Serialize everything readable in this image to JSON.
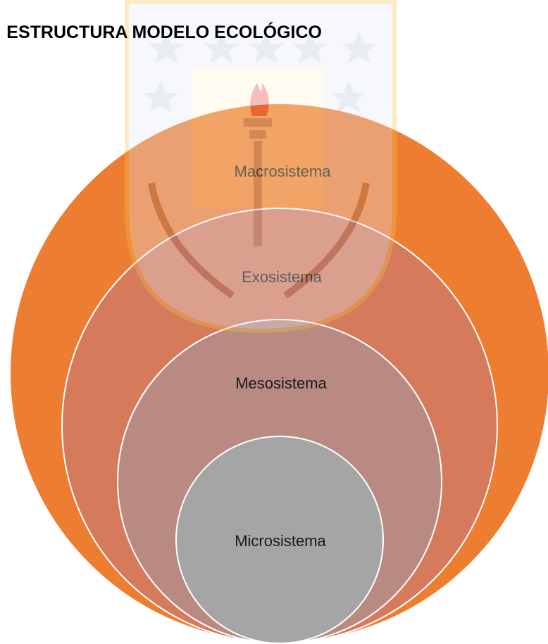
{
  "header": {
    "title": ": ESTRUCTURA MODELO ECOLÓGICO"
  },
  "diagram": {
    "type": "nested-circles",
    "layers": [
      {
        "label": "Macrosistema",
        "color": "#ED7D31"
      },
      {
        "label": "Exosistema",
        "color": "#D57B5B"
      },
      {
        "label": "Mesosistema",
        "color": "#B98A82"
      },
      {
        "label": "Microsistema",
        "color": "#A5A5A5"
      }
    ],
    "stroke_color": "#FFFFFF"
  },
  "watermark": {
    "description_icon": "university-seal-icon",
    "color": "#E8EDF5"
  }
}
